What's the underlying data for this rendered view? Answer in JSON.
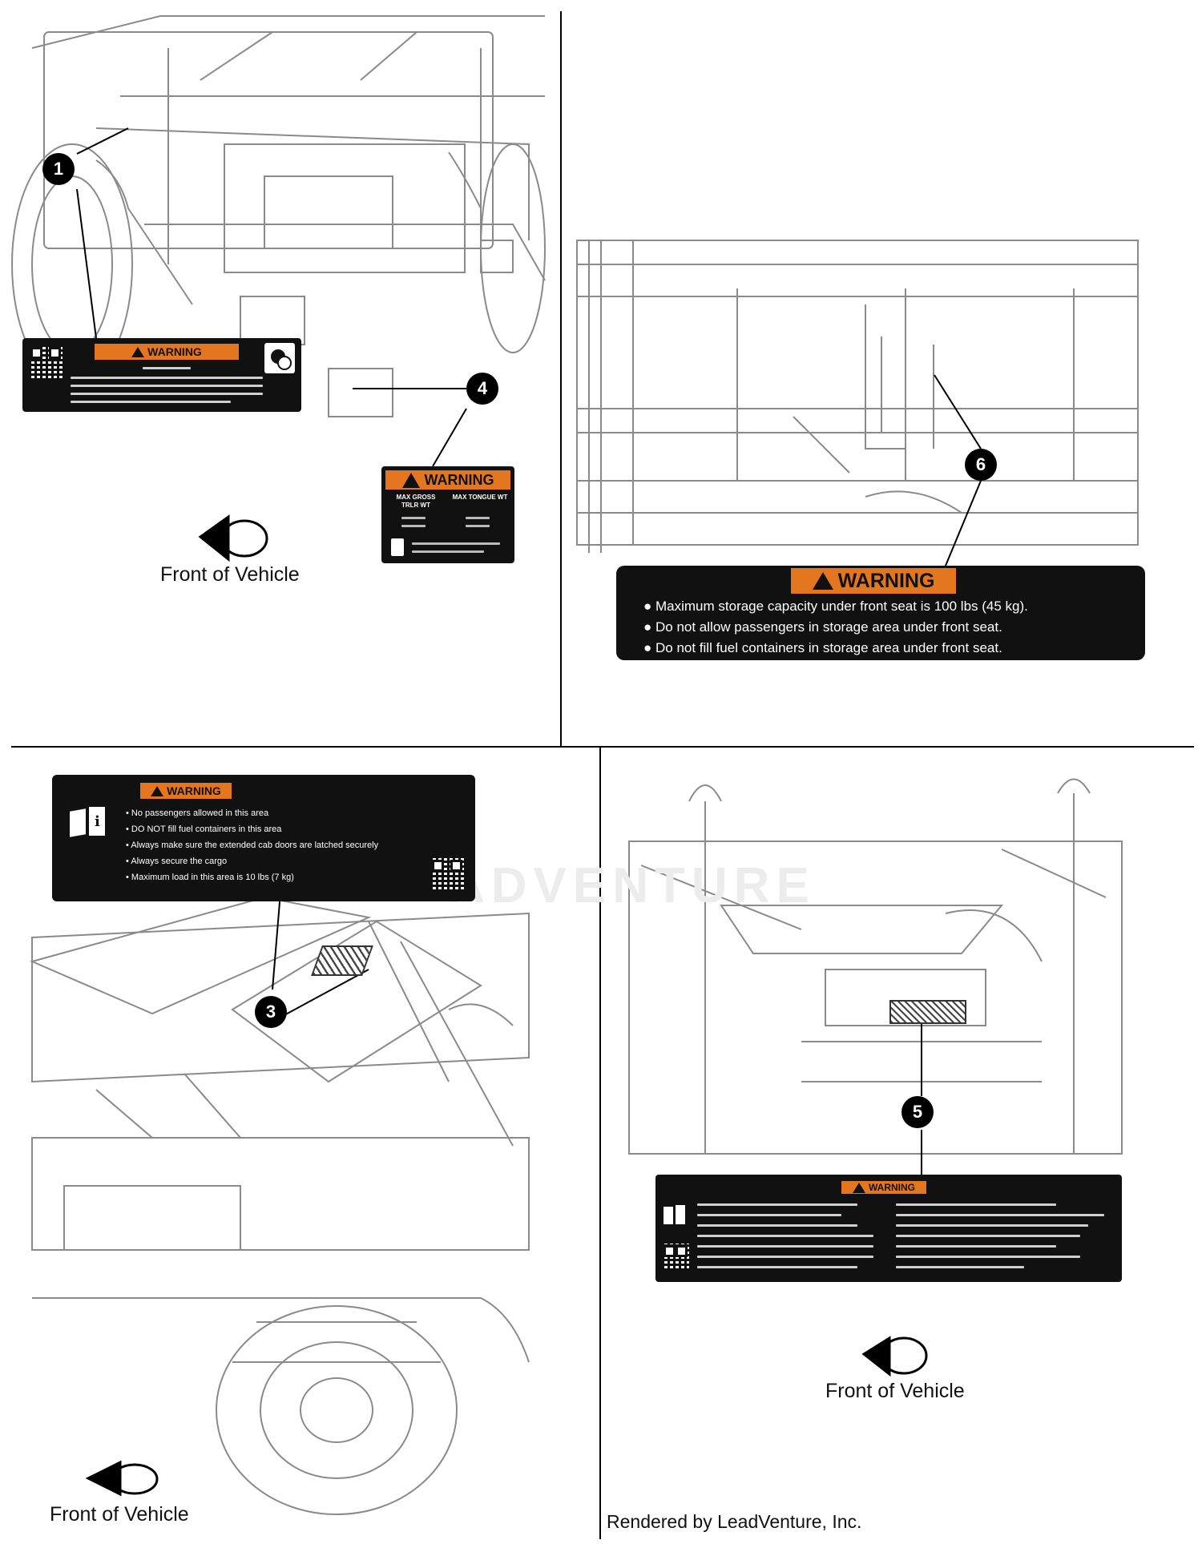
{
  "panels": {
    "top_left": {
      "callouts": [
        "1",
        "4"
      ],
      "decal_1": {
        "banner": "WARNING"
      },
      "decal_4": {
        "banner": "WARNING",
        "col_a": "MAX GROSS TRLR WT",
        "col_b": "MAX TONGUE WT"
      },
      "front_label": "Front of Vehicle"
    },
    "top_right": {
      "callout": "6",
      "decal_6": {
        "banner": "WARNING",
        "bullets": [
          "Maximum storage capacity under front seat is 100 lbs (45 kg).",
          "Do not allow passengers in storage area under front seat.",
          "Do not fill fuel containers in storage area under front seat."
        ]
      }
    },
    "bottom_left": {
      "callout": "3",
      "decal_3": {
        "banner": "WARNING",
        "bullets": [
          "No passengers allowed in this area",
          "DO NOT fill fuel containers in this area",
          "Always make sure the extended cab doors are latched securely",
          "Always secure the cargo",
          "Maximum load in this area is 10 lbs (7 kg)"
        ]
      },
      "front_label": "Front of Vehicle"
    },
    "bottom_right": {
      "callout": "5",
      "decal_5": {
        "banner": "WARNING"
      },
      "front_label": "Front of Vehicle"
    }
  },
  "watermark": "ADVENTURE",
  "footer": {
    "credit": "Rendered by LeadVenture, Inc."
  }
}
